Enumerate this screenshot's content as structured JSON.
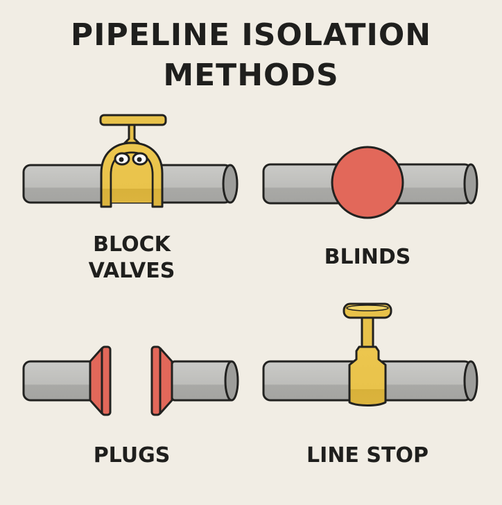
{
  "title": {
    "line1": "PIPELINE ISOLATION",
    "line2": "METHODS"
  },
  "methods": [
    {
      "id": "block-valves",
      "label_line1": "BLOCK",
      "label_line2": "VALVES"
    },
    {
      "id": "blinds",
      "label": "BLINDS"
    },
    {
      "id": "plugs",
      "label": "PLUGS"
    },
    {
      "id": "line-stop",
      "label": "LINE STOP"
    }
  ],
  "colors": {
    "background": "#f1ede4",
    "pipe": "#c2c2bf",
    "pipe_shade": "#a9a9a6",
    "outline": "#222220",
    "valve_yellow": "#e8c24a",
    "blind_red": "#e2685a"
  }
}
